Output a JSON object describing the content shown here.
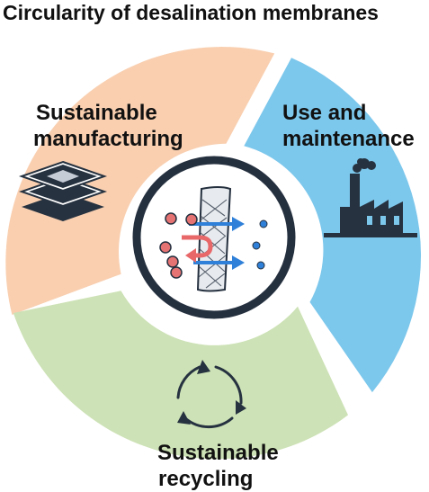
{
  "title": "Circularity of desalination membranes",
  "segments": [
    {
      "id": "manufacturing",
      "label_line1": "Sustainable",
      "label_line2": "manufacturing",
      "color": "#f9cfb0",
      "icon": "stacked-layers-icon"
    },
    {
      "id": "use",
      "label_line1": "Use and",
      "label_line2": "maintenance",
      "color": "#7cc7ec",
      "icon": "factory-icon"
    },
    {
      "id": "recycling",
      "label_line1": "Sustainable",
      "label_line2": "recycling",
      "color": "#cde2b6",
      "icon": "recycle-arrows-icon"
    }
  ],
  "center": {
    "icon": "membrane-filtration-icon",
    "ring_color": "#25303f",
    "arrow_color": "#2f80d8",
    "rejected_arrow_color": "#e8686a",
    "salt_color": "#e57373",
    "water_color": "#2f80d8"
  },
  "icon_color": "#263240"
}
